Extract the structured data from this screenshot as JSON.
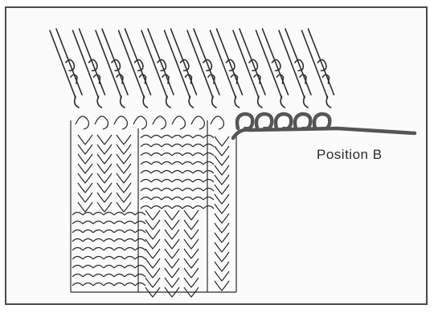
{
  "diagram": {
    "label": "Position B",
    "colors": {
      "line": "#2b2b2b",
      "yarn": "#555555",
      "background": "#fbfbfb"
    },
    "needle_count": 12,
    "held_stitch_count": 5
  }
}
